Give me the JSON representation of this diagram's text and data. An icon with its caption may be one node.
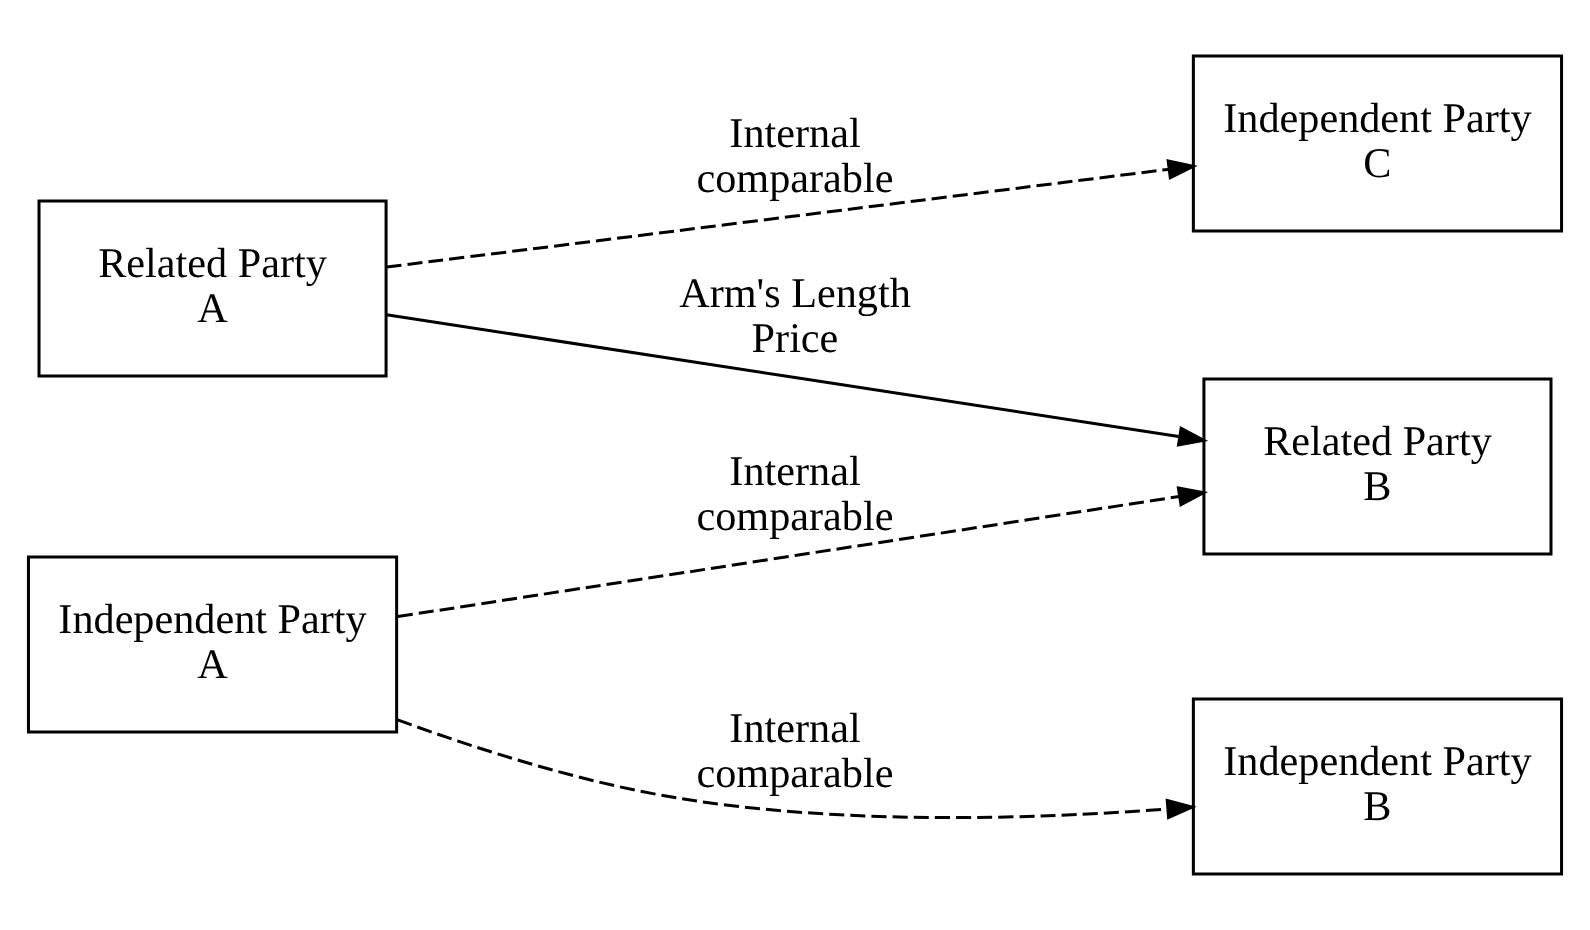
{
  "diagram": {
    "nodes": [
      {
        "text": [
          "Related Party A"
        ]
      },
      {
        "text": [
          "Related Party B"
        ]
      },
      {
        "text": [
          "Independent Party C"
        ]
      },
      {
        "text": [
          "Independent Party A"
        ]
      },
      {
        "text": [
          "Independent Party B"
        ]
      }
    ],
    "edges": [
      {
        "from": 0,
        "to": 1,
        "arrow": "to",
        "label": "Arm's Length Price"
      },
      {
        "from": 0,
        "to": 2,
        "arrow": "to",
        "label": "Internal comparable",
        "style": "dashed"
      },
      {
        "from": 3,
        "to": 1,
        "arrow": "to",
        "label": "Internal comparable",
        "style": "dashed"
      },
      {
        "from": 3,
        "to": 4,
        "arrow": "to",
        "label": "Internal comparable",
        "style": "dashed"
      }
    ]
  }
}
